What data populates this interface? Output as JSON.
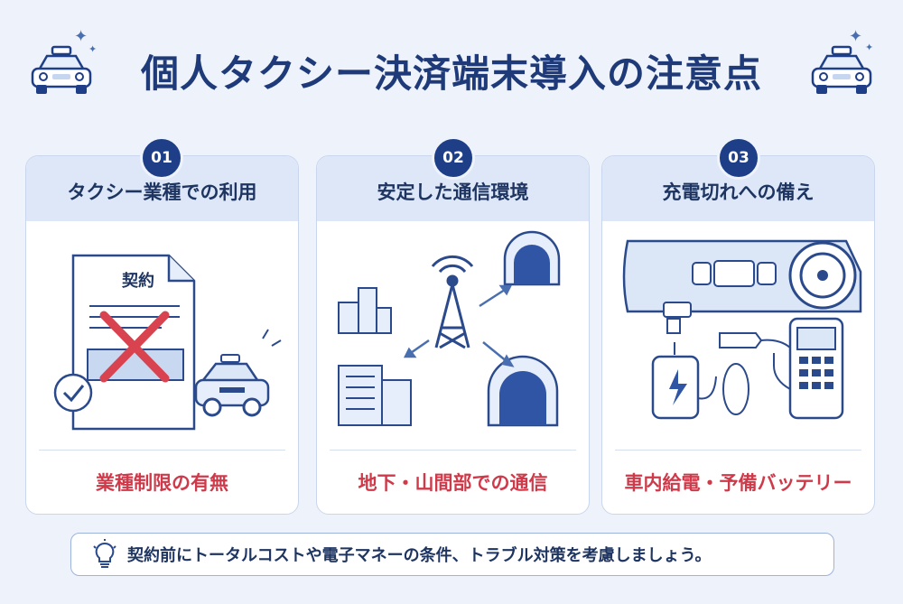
{
  "title": "個人タクシー決済端末導入の注意点",
  "cards": [
    {
      "number": "01",
      "heading": "タクシー業種での利用",
      "footer": "業種制限の有無",
      "doc_label": "契約"
    },
    {
      "number": "02",
      "heading": "安定した通信環境",
      "footer": "地下・山間部での通信"
    },
    {
      "number": "03",
      "heading": "充電切れへの備え",
      "footer": "車内給電・予備バッテリー"
    }
  ],
  "tip": "契約前にトータルコストや電子マネーの条件、トラブル対策を考慮しましょう。",
  "colors": {
    "navy": "#1e3f87",
    "accent_red": "#cf3a4a",
    "card_head": "#dde7f7",
    "background": "#eef3fb"
  }
}
